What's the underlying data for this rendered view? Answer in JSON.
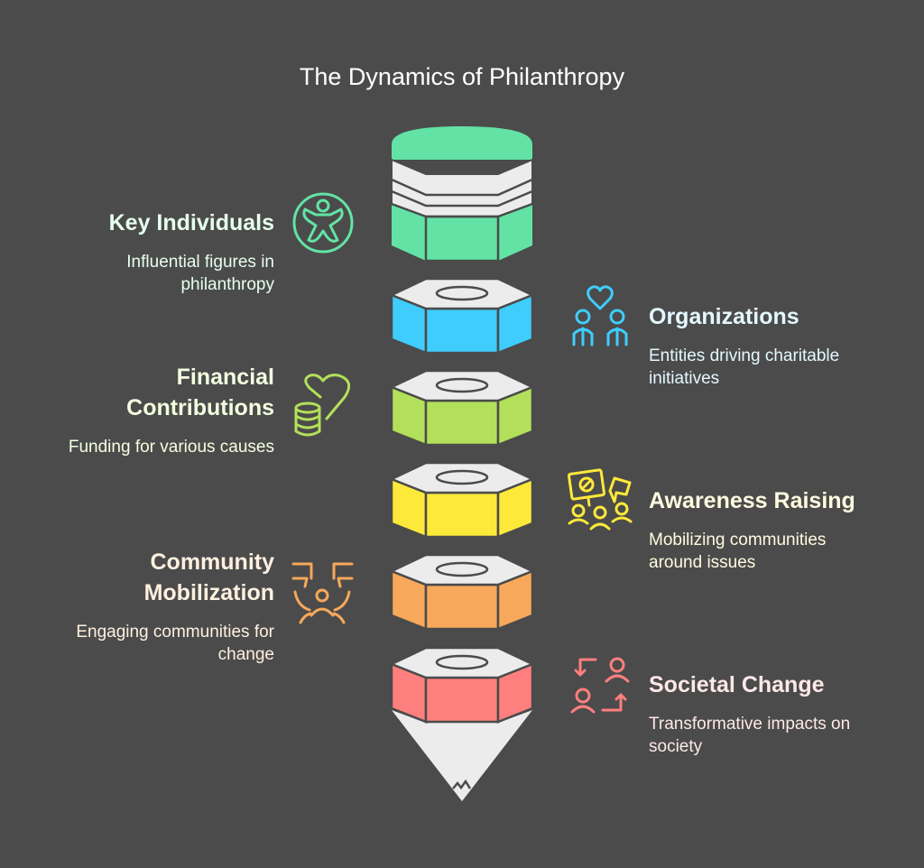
{
  "title": "The Dynamics of Philanthropy",
  "colors": {
    "background": "#4b4b4b",
    "green": "#62e3a5",
    "blue": "#3fcdfd",
    "lime": "#b3e05a",
    "yellow": "#fde93a",
    "orange": "#f7a85a",
    "red": "#ff7f7e",
    "face": "#ececec",
    "stroke": "#4b4b4b"
  },
  "items": [
    {
      "title": "Key Individuals",
      "description": "Influential figures in philanthropy",
      "icon": "vitruvian-person-icon",
      "side": "left",
      "color": "#62e3a5",
      "text_color": "#e6fff0"
    },
    {
      "title": "Organizations",
      "description": "Entities driving charitable initiatives",
      "icon": "people-heart-icon",
      "side": "right",
      "color": "#3fcdfd",
      "text_color": "#e4f8ff"
    },
    {
      "title": "Financial Contributions",
      "description": "Funding for various causes",
      "icon": "coins-heart-icon",
      "side": "left",
      "color": "#b3e05a",
      "text_color": "#f4ffe0"
    },
    {
      "title": "Awareness Raising",
      "description": "Mobilizing communities around issues",
      "icon": "protest-signs-icon",
      "side": "right",
      "color": "#fde93a",
      "text_color": "#fffbe0"
    },
    {
      "title": "Community Mobilization",
      "description": "Engaging communities for change",
      "icon": "community-rally-icon",
      "side": "left",
      "color": "#f7a85a",
      "text_color": "#fff0e0"
    },
    {
      "title": "Societal Change",
      "description": "Transformative impacts on society",
      "icon": "people-exchange-icon",
      "side": "right",
      "color": "#ff7f7e",
      "text_color": "#ffe8e8"
    }
  ]
}
